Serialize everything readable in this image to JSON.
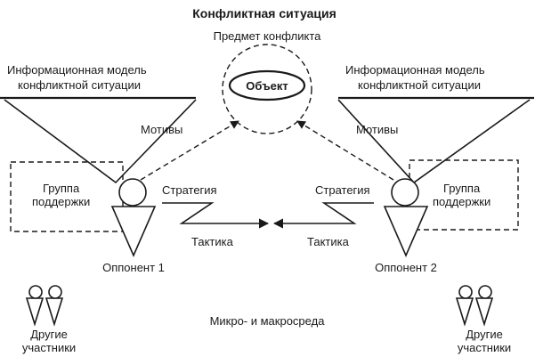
{
  "title": "Конфликтная ситуация",
  "subject": "Предмет конфликта",
  "object": "Объект",
  "info_model_left": [
    "Информационная модель",
    "конфликтной ситуации"
  ],
  "info_model_right": [
    "Информационная модель",
    "конфликтной ситуации"
  ],
  "motives_left": "Мотивы",
  "motives_right": "Мотивы",
  "support_left": [
    "Группа",
    "поддержки"
  ],
  "support_right": [
    "Группа",
    "поддержки"
  ],
  "strategy_left": "Стратегия",
  "strategy_right": "Стратегия",
  "tactics_left": "Тактика",
  "tactics_right": "Тактика",
  "opponent_1": "Оппонент 1",
  "opponent_2": "Оппонент 2",
  "environment": "Микро- и макросреда",
  "others_left": [
    "Другие",
    "участники"
  ],
  "others_right": [
    "Другие",
    "участники"
  ]
}
